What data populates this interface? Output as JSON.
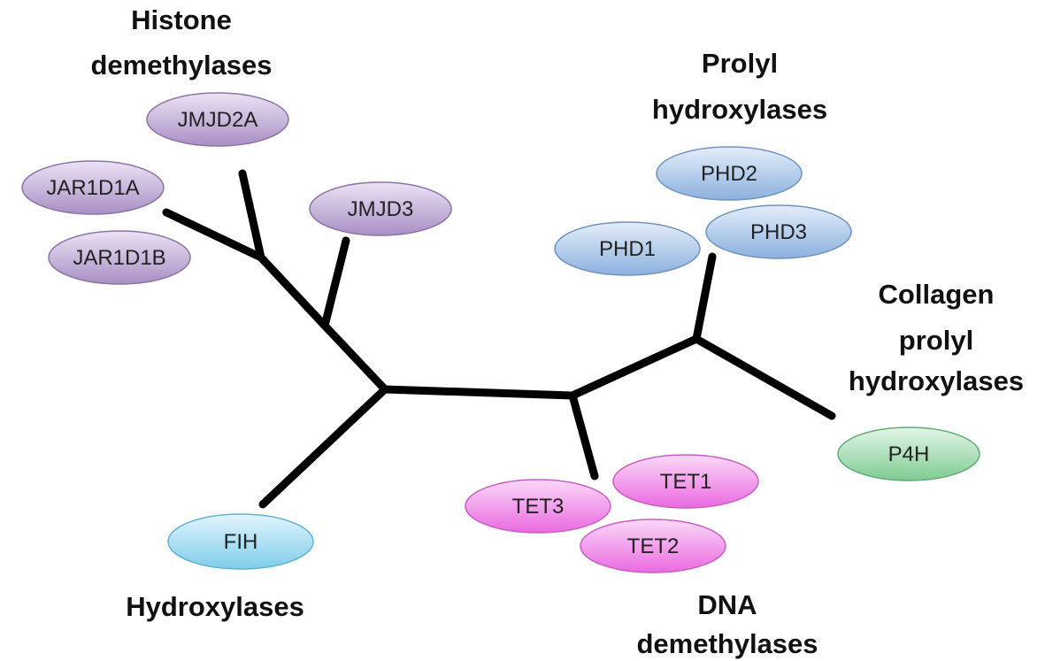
{
  "colors": {
    "branch": "#000000",
    "histone_demethylases": "#b49fcc",
    "prolyl_hydroxylases": "#9dbde6",
    "collagen_prolyl_hydroxylases": "#8ed39f",
    "dna_demethylases": "#ee7fe6",
    "hydroxylases": "#8fd4ef"
  },
  "groups": {
    "histone_demethylases": [
      "Histone",
      "demethylases"
    ],
    "prolyl_hydroxylases": [
      "Prolyl",
      "hydroxylases"
    ],
    "collagen_prolyl_hydroxylases": [
      "Collagen",
      "prolyl",
      "hydroxylases"
    ],
    "dna_demethylases": [
      "DNA",
      "demethylases"
    ],
    "hydroxylases": [
      "Hydroxylases"
    ]
  },
  "nodes": {
    "jmjd2a": "JMJD2A",
    "jar1d1a": "JAR1D1A",
    "jar1d1b": "JAR1D1B",
    "jmjd3": "JMJD3",
    "phd2": "PHD2",
    "phd1": "PHD1",
    "phd3": "PHD3",
    "p4h": "P4H",
    "tet1": "TET1",
    "tet3": "TET3",
    "tet2": "TET2",
    "fih": "FIH"
  }
}
